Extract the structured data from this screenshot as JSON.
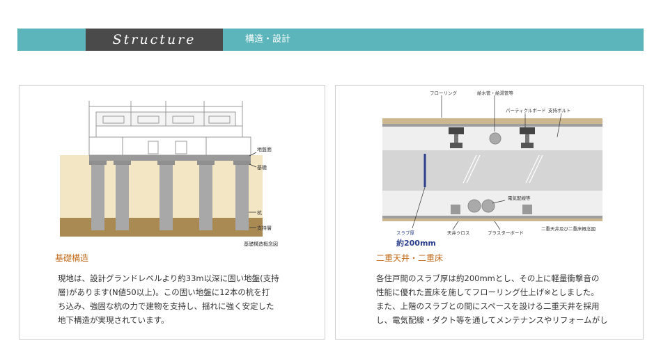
{
  "header": {
    "title": "Structure",
    "subtitle": "構造・設計"
  },
  "foundation": {
    "diagram_labels": {
      "ground_level": "地盤面",
      "foundation": "基礎",
      "pile": "杭",
      "bearing_layer": "支持層",
      "caption": "基礎構造概念図"
    },
    "heading": "基礎構造",
    "body_lines": [
      "現地は、設計グランドレベルより約33m以深に固い地盤(支持",
      "層)があります(N値50以上)。この固い地盤に12本の杭を打",
      "ち込み、強固な杭の力で建物を支持し、揺れに強く安定した",
      "地下構造が実現されています。"
    ]
  },
  "double_floor": {
    "diagram_labels": {
      "flooring": "フローリング",
      "water_pipe": "給水管・給湯管等",
      "particle_board": "パーティクルボード",
      "support_bolt": "支持ボルト",
      "electric_wiring": "電気配線等",
      "slab_thickness": "スラブ厚",
      "slab_value": "約200mm",
      "ceiling_cloth": "天井クロス",
      "plaster_board": "プラスターボード",
      "caption": "二重天井及び二重床概念図"
    },
    "heading": "二重天井・二重床",
    "body_lines": [
      "各住戸間のスラブ厚は約200mmとし、その上に軽量衝撃音の",
      "性能に優れた置床を施してフローリング仕上げ※としました。",
      "また、上階のスラブとの間にスペースを設ける二重天井を採用",
      "し、電気配線・ダクト等を通してメンテナンスやリフォームがし"
    ]
  }
}
